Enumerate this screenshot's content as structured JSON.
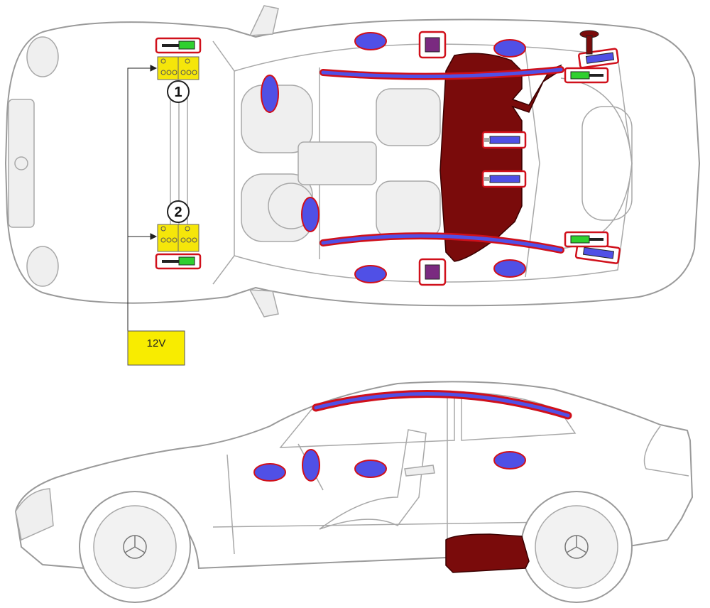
{
  "markers": {
    "battery_1": "1",
    "battery_2": "2"
  },
  "voltage_label": "12V",
  "colors": {
    "battery_yellow": "#f5e60a",
    "airbag_blue": "#5050e6",
    "outline_red": "#d0101b",
    "fuel_tank_red": "#7a0b0b",
    "control_unit_purple": "#7a2a80",
    "gas_spring_green": "#2fd02f"
  },
  "icons": {
    "battery": "battery-icon",
    "airbag": "airbag-icon",
    "gas_generator": "gas-generator-icon",
    "gas_spring": "gas-spring-icon",
    "control_unit": "control-unit-icon",
    "fuel_tank": "fuel-tank-icon"
  }
}
